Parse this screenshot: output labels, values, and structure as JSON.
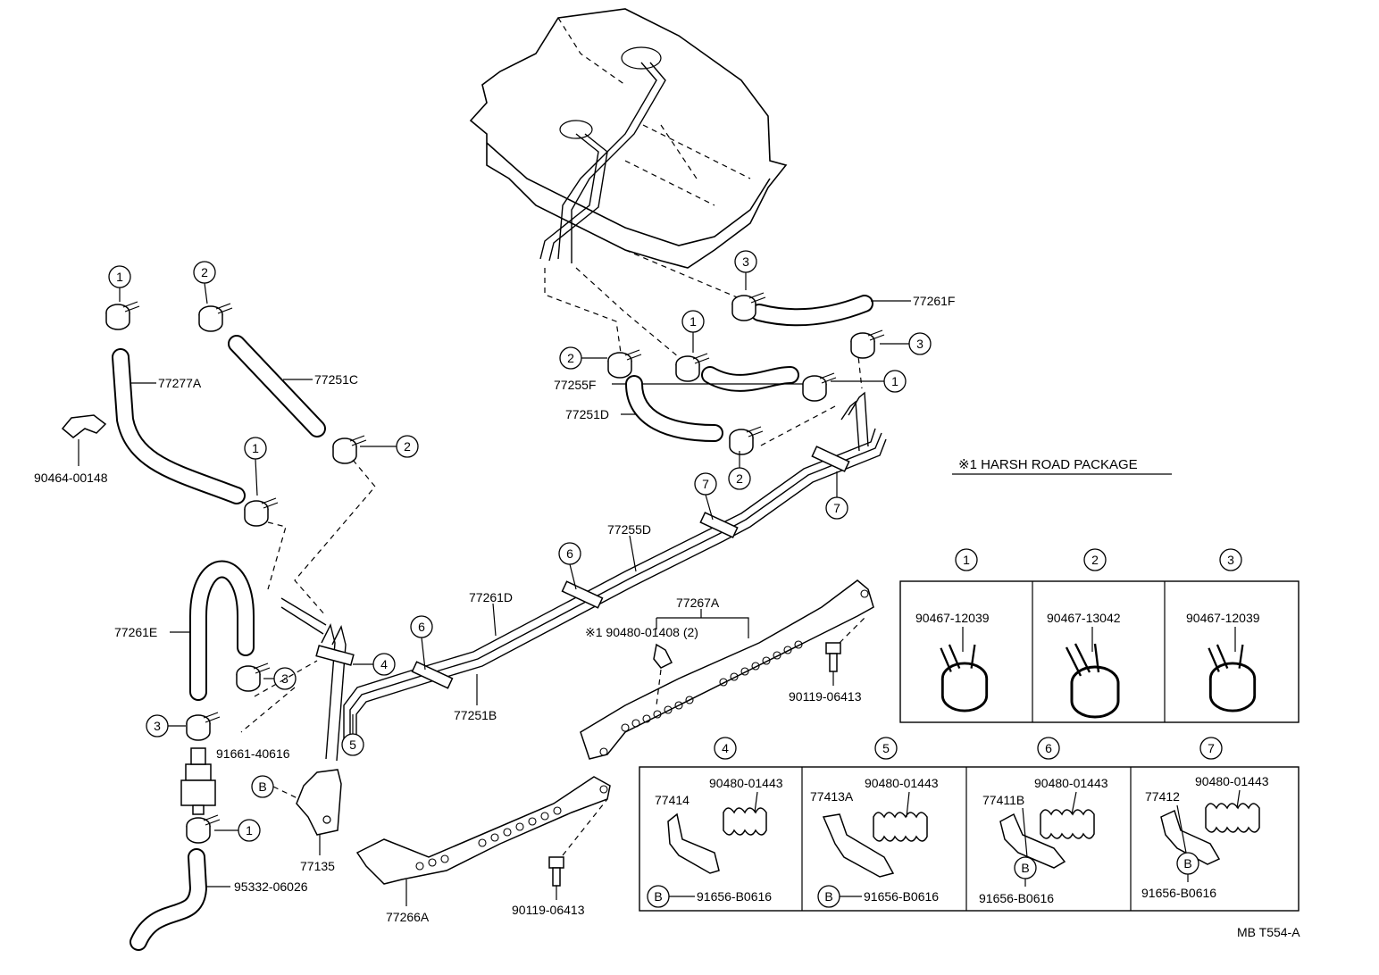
{
  "labels": {
    "p77261F": "77261F",
    "p77255F": "77255F",
    "p77251D": "77251D",
    "p77277A": "77277A",
    "p77251C": "77251C",
    "p90464": "90464-00148",
    "p77255D": "77255D",
    "p77261D": "77261D",
    "p77251B": "77251B",
    "p77261E": "77261E",
    "p77267A": "77267A",
    "harsh_clip": "※1 90480-01408 (2)",
    "p90119a": "90119-06413",
    "p90119b": "90119-06413",
    "p91661": "91661-40616",
    "p77135": "77135",
    "p95332": "95332-06026",
    "p77266A": "77266A",
    "footer": "MB T554-A"
  },
  "legend_note": "※1 HARSH ROAD PACKAGE",
  "callouts": {
    "one": "1",
    "two": "2",
    "three": "3",
    "four": "4",
    "five": "5",
    "six": "6",
    "seven": "7",
    "b": "B"
  },
  "clip_table": [
    {
      "key": "1",
      "part": "90467-12039"
    },
    {
      "key": "2",
      "part": "90467-13042"
    },
    {
      "key": "3",
      "part": "90467-12039"
    }
  ],
  "clamp_table": [
    {
      "key": "4",
      "bracket": "77414",
      "clamp": "90480-01443",
      "bolt": "91656-B0616"
    },
    {
      "key": "5",
      "bracket": "77413A",
      "clamp": "90480-01443",
      "bolt": "91656-B0616"
    },
    {
      "key": "6",
      "bracket": "77411B",
      "clamp": "90480-01443",
      "bolt": "91656-B0616"
    },
    {
      "key": "7",
      "bracket": "77412",
      "clamp": "90480-01443",
      "bolt": "91656-B0616"
    }
  ]
}
